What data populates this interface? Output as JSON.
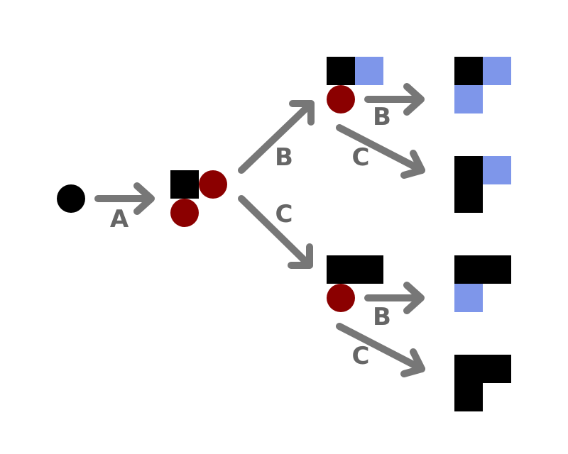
{
  "colors": {
    "background": "#ffffff",
    "black_square": "#000000",
    "blue_square": "#7e96ea",
    "start_dot": "#000000",
    "open_dot": "#8b0000",
    "arrow": "#777777",
    "label": "#666666"
  },
  "labels": {
    "a": "A",
    "b1": "B",
    "c1": "C",
    "b2": "B",
    "c2": "C",
    "b3": "B",
    "c3": "C"
  },
  "legend": []
}
